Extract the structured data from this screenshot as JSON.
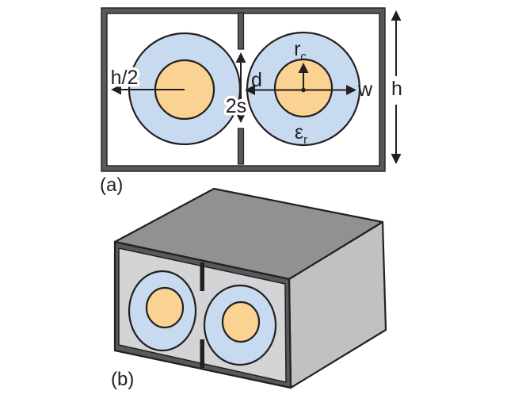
{
  "panel_a": {
    "label": "(a)",
    "dims": {
      "h_half": "h/2",
      "two_s": "2s",
      "d": "d",
      "w": "w",
      "h": "h",
      "rc_base": "r",
      "rc_sub": "c",
      "eps_base": "ε",
      "eps_sub": "r"
    }
  },
  "panel_b": {
    "label": "(b)"
  },
  "colors": {
    "shield_gray": "#58595B",
    "dielectric_blue": "#C7DAF0",
    "conductor_orange": "#FAD291",
    "outline_dark": "#231F20",
    "box_top_gray": "#8F9193",
    "box_side_gray": "#BFC1C3",
    "box_front_gray": "#D3D4D5"
  }
}
